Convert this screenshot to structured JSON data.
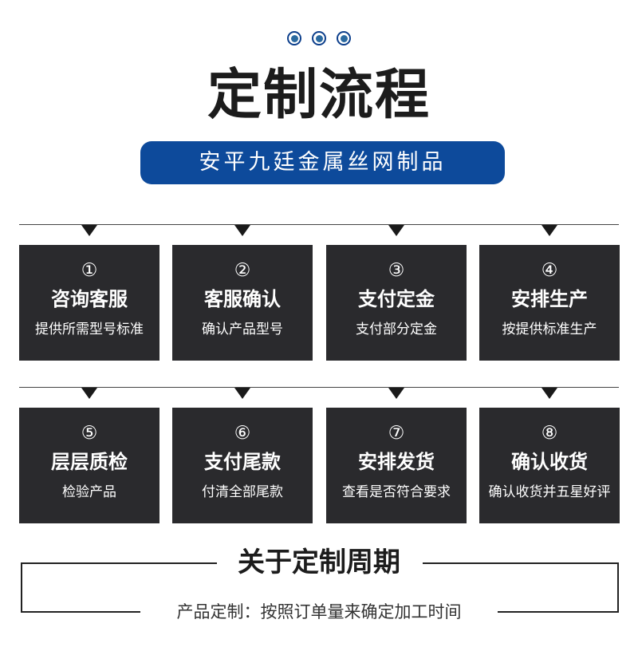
{
  "header": {
    "title": "定制流程",
    "banner": "安平九廷金属丝网制品"
  },
  "colors": {
    "accent": "#0d4a9b",
    "card_bg": "#2a2a2d",
    "text_dark": "#1c1c1c"
  },
  "steps": [
    {
      "num": "①",
      "title": "咨询客服",
      "desc": "提供所需型号标准"
    },
    {
      "num": "②",
      "title": "客服确认",
      "desc": "确认产品型号"
    },
    {
      "num": "③",
      "title": "支付定金",
      "desc": "支付部分定金"
    },
    {
      "num": "④",
      "title": "安排生产",
      "desc": "按提供标准生产"
    },
    {
      "num": "⑤",
      "title": "层层质检",
      "desc": "检验产品"
    },
    {
      "num": "⑥",
      "title": "支付尾款",
      "desc": "付清全部尾款"
    },
    {
      "num": "⑦",
      "title": "安排发货",
      "desc": "查看是否符合要求"
    },
    {
      "num": "⑧",
      "title": "确认收货",
      "desc": "确认收货并五星好评"
    }
  ],
  "cycle": {
    "title": "关于定制周期",
    "text": "产品定制：按照订单量来确定加工时间"
  }
}
